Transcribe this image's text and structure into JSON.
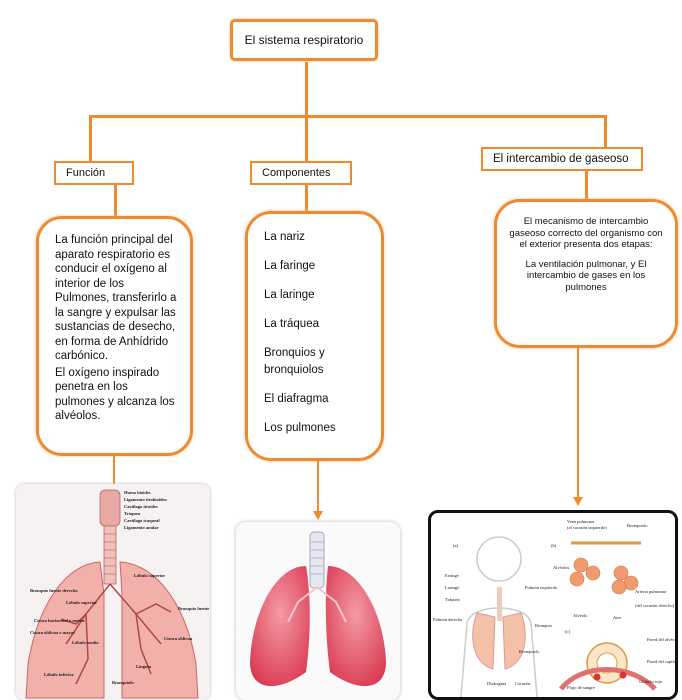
{
  "root": {
    "title": "El sistema respiratorio"
  },
  "branches": {
    "funcion": {
      "label": "Función",
      "text_a": "La función principal del aparato respiratorio es conducir el oxígeno al interior de los Pulmones, transferirlo a la sangre y expulsar las sustancias de desecho, en forma de Anhídrido carbónico.",
      "text_b": "El oxígeno inspirado penetra en los pulmones y alcanza los alvéolos."
    },
    "componentes": {
      "label": "Componentes",
      "items": [
        "La nariz",
        "La faringe",
        "La laringe",
        "La tráquea",
        "Bronquios y bronquiolos",
        "El diafragma",
        "Los pulmones"
      ]
    },
    "intercambio": {
      "label": "El intercambio de gaseoso",
      "text_a": "El mecanismo de intercambio gaseoso correcto del organismo con el exterior presenta dos etapas:",
      "text_b": "La ventilación pulmonar, y El intercambio de gases en los pulmones"
    }
  },
  "images": {
    "left": {
      "labels": [
        "Hueso hioides",
        "Ligamento tirohioideo",
        "Cartílago tiroides",
        "Tráquea",
        "Cartílago traqueal",
        "Ligamento anular",
        "Lóbulo superior",
        "Bronquio fuente derecho",
        "Lóbulo superior",
        "Bronquio fuente izquierdo",
        "Cisura horizontal o menor",
        "Cisura oblicua o mayor",
        "Lóbulo medio",
        "Cisura oblicua",
        "Língula",
        "Lóbulo inferior",
        "Bronquiolo"
      ]
    },
    "right": {
      "labels": [
        "(a)",
        "(b)",
        "Vena pulmonar",
        "(al corazón izquierdo)",
        "Bronquiolo",
        "Alvéolos",
        "Faringe",
        "Laringe",
        "Tráquea",
        "Pulmón izquierdo",
        "Arteria pulmonar",
        "(del corazón derecho)",
        "Pulmón derecho",
        "Bronquio",
        "Alvéolo",
        "Aire",
        "(c)",
        "Bronquiolo",
        "Pared del alvéolo",
        "Pared del capilar",
        "Diafragma",
        "Corazón",
        "Flujo de sangre",
        "Glóbulo rojo"
      ]
    }
  },
  "colors": {
    "accent": "#ef8a2f",
    "lung_pink": "#e24b64",
    "lung_light": "#f49aa4"
  }
}
